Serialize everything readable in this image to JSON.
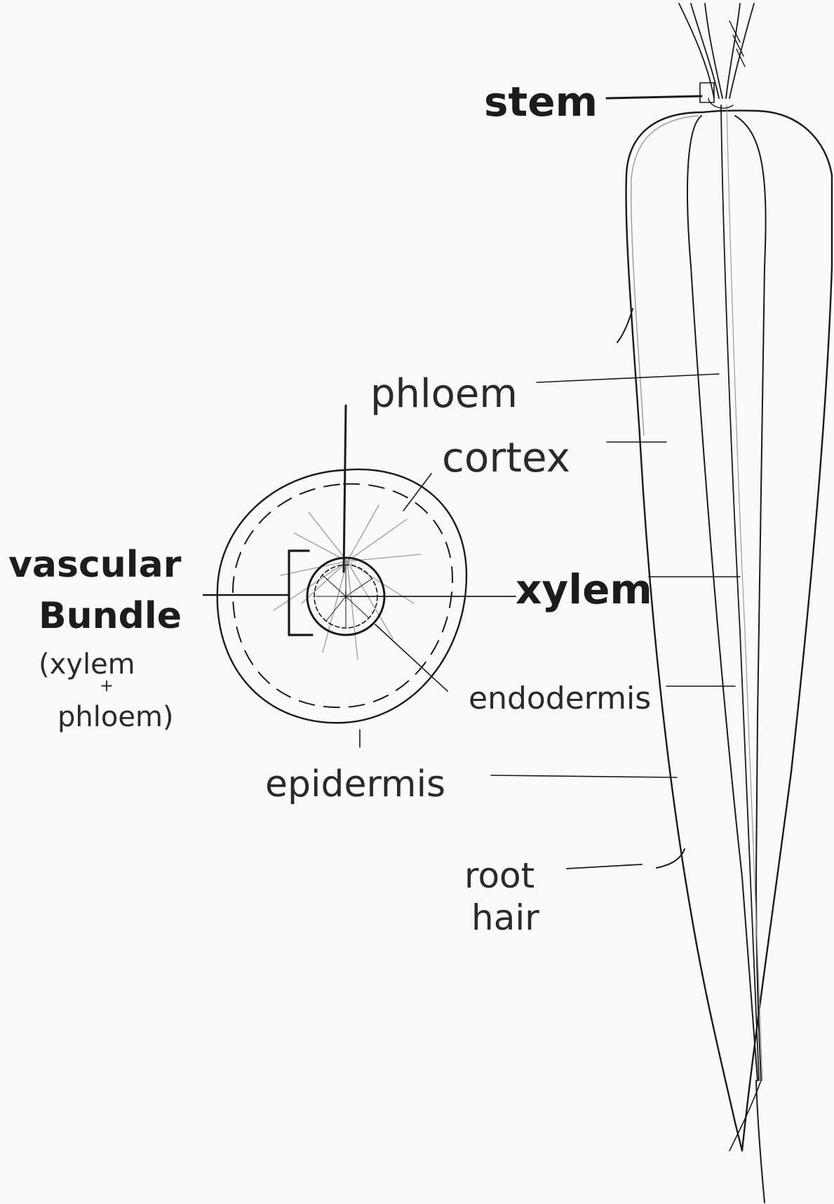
{
  "labels": {
    "stem": "stem",
    "phloem": "phloem",
    "cortex": "cortex",
    "vascular_line1": "vascular",
    "vascular_line2": "Bundle",
    "vascular_note_1": "(xylem",
    "vascular_note_plus": "+",
    "vascular_note_2": "phloem)",
    "xylem": "xylem",
    "endodermis": "endodermis",
    "epidermis": "epidermis",
    "root_hair_line1": "root",
    "root_hair_line2": "hair"
  },
  "colors": {
    "paper": "#fafafa",
    "ink": "#1a1a1a",
    "pencil": "#9a9a9a"
  }
}
